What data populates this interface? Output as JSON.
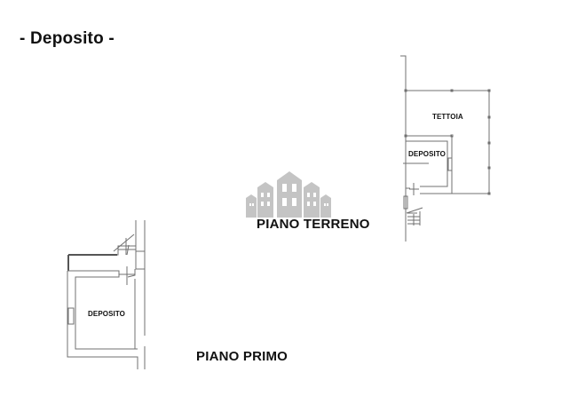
{
  "page": {
    "title": "- Deposito -"
  },
  "floors": [
    {
      "name": "PIANO TERRENO",
      "rooms": [
        {
          "label": "TETTOIA"
        },
        {
          "label": "DEPOSITO"
        }
      ]
    },
    {
      "name": "PIANO PRIMO",
      "rooms": [
        {
          "label": "DEPOSITO"
        }
      ]
    }
  ],
  "watermark": {
    "icon": "buildings-icon",
    "color": "#bdbdbd"
  },
  "colors": {
    "line": "#6a6a6a",
    "text": "#111111",
    "background": "#ffffff"
  }
}
